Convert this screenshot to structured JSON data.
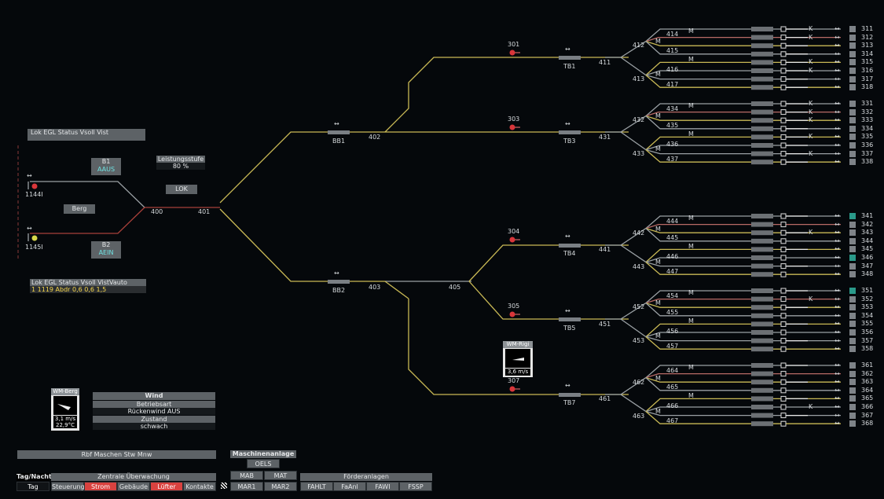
{
  "colors": {
    "background": "#05080b",
    "track_grey": "#9aa0a4",
    "track_yellow": "#c9b955",
    "track_red": "#a8403a",
    "signal_red": "#d9363a",
    "signal_yellow": "#d8d84a",
    "teal": "#2a9a8a"
  },
  "icons": {
    "arrow": "double-arrow-icon",
    "signal": "signal-icon",
    "wind_dial": "wind-dial-icon"
  },
  "double_arrow": "↔",
  "left_table": {
    "headers": "Lok  EGL   Status    Vsoll  Vist"
  },
  "left_signals": {
    "upper": "1144I",
    "lower": "1145I"
  },
  "b1": {
    "label": "B1",
    "status": "AAUS"
  },
  "b2": {
    "label": "B2",
    "status": "AEIN"
  },
  "berg": "Berg",
  "lok": "LOK",
  "leistung": {
    "label": "Leistungsstufe",
    "value": "80 %"
  },
  "lok_table": {
    "headers": "Lok   EGL   Status    Vsoll  VistVauto",
    "row": "1      1119  Abdr      0,6    0,6  1,5"
  },
  "track_labels": {
    "t400": "400",
    "t401": "401",
    "t402": "402",
    "t403": "403",
    "t405": "405",
    "bb1": "BB1",
    "bb2": "BB2",
    "tb1": "TB1",
    "tb3": "TB3",
    "tb4": "TB4",
    "tb5": "TB5",
    "tb7": "TB7",
    "t411": "411",
    "t431": "431",
    "t441": "441",
    "t451": "451",
    "t461": "461",
    "s301": "301",
    "s303": "303",
    "s304": "304",
    "s305": "305",
    "s307": "307"
  },
  "switch_labels": [
    "412",
    "413",
    "414",
    "415",
    "416",
    "417",
    "432",
    "433",
    "434",
    "435",
    "436",
    "437",
    "442",
    "443",
    "444",
    "445",
    "446",
    "447",
    "452",
    "453",
    "454",
    "455",
    "456",
    "457",
    "462",
    "463",
    "464",
    "465",
    "466",
    "467"
  ],
  "motor_mark": "M",
  "k_mark": "K",
  "tracks": [
    "311",
    "312",
    "313",
    "314",
    "315",
    "316",
    "317",
    "318",
    "331",
    "332",
    "333",
    "334",
    "335",
    "336",
    "337",
    "338",
    "341",
    "342",
    "343",
    "344",
    "345",
    "346",
    "347",
    "348",
    "351",
    "352",
    "353",
    "354",
    "355",
    "356",
    "357",
    "358",
    "361",
    "362",
    "363",
    "364",
    "365",
    "366",
    "367",
    "368"
  ],
  "wm_rigi": {
    "title": "WM-Rigi",
    "speed": "3,6 m/s"
  },
  "wm_berg": {
    "title": "WM-Berg",
    "speed": "3,1 m/s",
    "temp": "22,9°C"
  },
  "wind": {
    "title": "Wind",
    "betriebsart_label": "Betriebsart",
    "betriebsart_value": "Rückenwind   AUS",
    "zustand_label": "Zustand",
    "zustand_value": "schwach"
  },
  "station": "Rbf Maschen Stw Mnw",
  "tag_nacht": {
    "label": "Tag/Nacht",
    "value": "Tag"
  },
  "zentrale": {
    "title": "Zentrale Überwachung",
    "buttons": [
      "Steuerung",
      "Strom",
      "Gebäude",
      "Lüfter",
      "Kontakte"
    ]
  },
  "maschinen": {
    "title": "Maschinenanlage",
    "oels": "OELS",
    "mab": "MAB",
    "mat": "MAT",
    "mar1": "MAR1",
    "mar2": "MAR2"
  },
  "foerder": {
    "title": "Förderanlagen",
    "buttons": [
      "FAHLT",
      "FaAnl",
      "FAWI",
      "FSSP"
    ]
  }
}
